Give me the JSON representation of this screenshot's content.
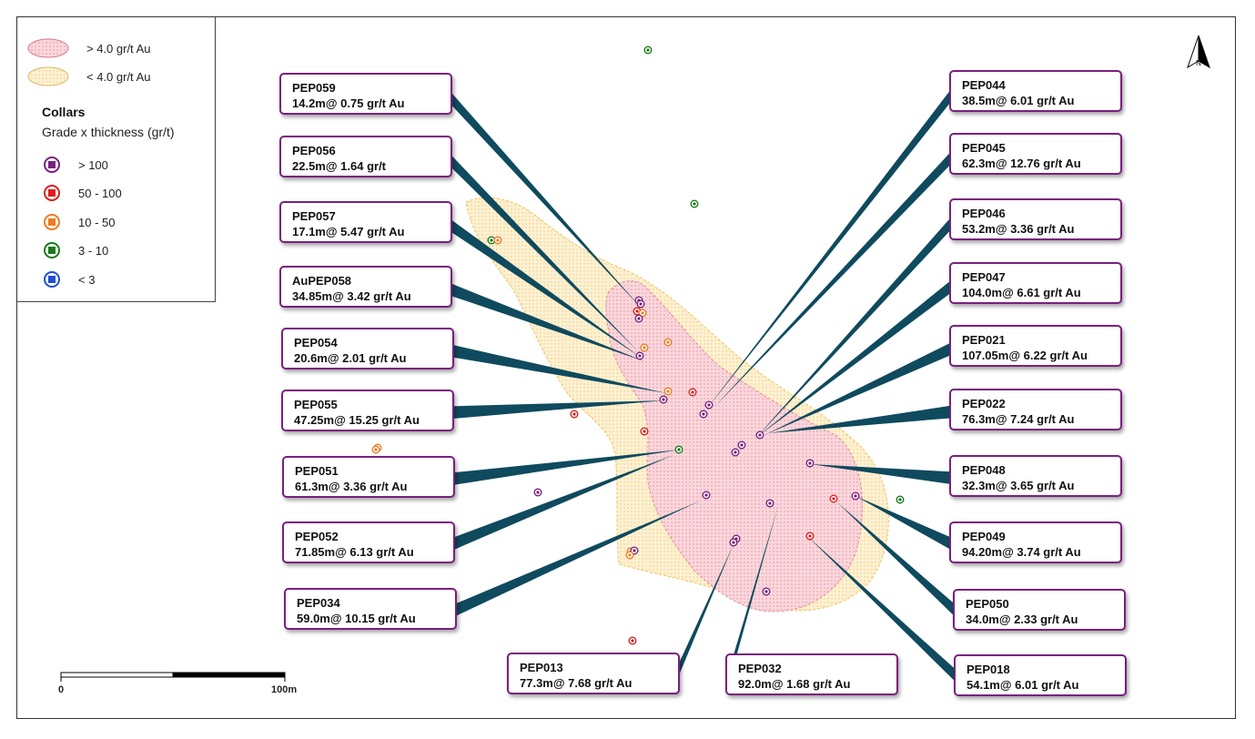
{
  "legend": {
    "zones": [
      {
        "label": "> 4.0 gr/t Au",
        "fill": "#f7c9cf",
        "stroke": "#e07f8c"
      },
      {
        "label": "< 4.0 gr/t Au",
        "fill": "#fdf0cf",
        "stroke": "#d9b76a"
      }
    ],
    "collars_title": "Collars",
    "collars_subtitle": "Grade x thickness (gr/t)",
    "classes": [
      {
        "label": "> 100",
        "color": "#7a1f7f"
      },
      {
        "label": "50 - 100",
        "color": "#e21b1b"
      },
      {
        "label": "10 - 50",
        "color": "#f07a1e"
      },
      {
        "label": "3 - 10",
        "color": "#1a7a1a"
      },
      {
        "label": "< 3",
        "color": "#1f4fd6"
      }
    ]
  },
  "callouts": [
    {
      "hole": "PEP059",
      "grade": "14.2m@ 0.75 gr/t Au"
    },
    {
      "hole": "PEP056",
      "grade": "22.5m@ 1.64 gr/t"
    },
    {
      "hole": "PEP057",
      "grade": "17.1m@ 5.47 gr/t Au"
    },
    {
      "hole": "AuPEP058",
      "grade": "34.85m@ 3.42 gr/t Au"
    },
    {
      "hole": "PEP054",
      "grade": "20.6m@ 2.01 gr/t Au"
    },
    {
      "hole": "PEP055",
      "grade": "47.25m@ 15.25 gr/t Au"
    },
    {
      "hole": "PEP051",
      "grade": "61.3m@ 3.36 gr/t Au"
    },
    {
      "hole": "PEP052",
      "grade": "71.85m@ 6.13 gr/t Au"
    },
    {
      "hole": "PEP034",
      "grade": "59.0m@ 10.15 gr/t Au"
    },
    {
      "hole": "PEP013",
      "grade": "77.3m@ 7.68 gr/t Au"
    },
    {
      "hole": "PEP032",
      "grade": "92.0m@ 1.68 gr/t Au"
    },
    {
      "hole": "PEP018",
      "grade": "54.1m@ 6.01 gr/t Au"
    },
    {
      "hole": "PEP050",
      "grade": "34.0m@ 2.33 gr/t Au"
    },
    {
      "hole": "PEP049",
      "grade": "94.20m@ 3.74 gr/t Au"
    },
    {
      "hole": "PEP048",
      "grade": "32.3m@ 3.65 gr/t Au"
    },
    {
      "hole": "PEP022",
      "grade": "76.3m@ 7.24 gr/t Au"
    },
    {
      "hole": "PEP021",
      "grade": "107.05m@ 6.22 gr/t Au"
    },
    {
      "hole": "PEP047",
      "grade": "104.0m@ 6.61 gr/t Au"
    },
    {
      "hole": "PEP046",
      "grade": "53.2m@ 3.36 gr/t Au"
    },
    {
      "hole": "PEP045",
      "grade": "62.3m@ 12.76 gr/t Au"
    },
    {
      "hole": "PEP044",
      "grade": "38.5m@ 6.01 gr/t Au"
    }
  ],
  "scale": {
    "start": "0",
    "end": "100m"
  },
  "north_label": "N"
}
